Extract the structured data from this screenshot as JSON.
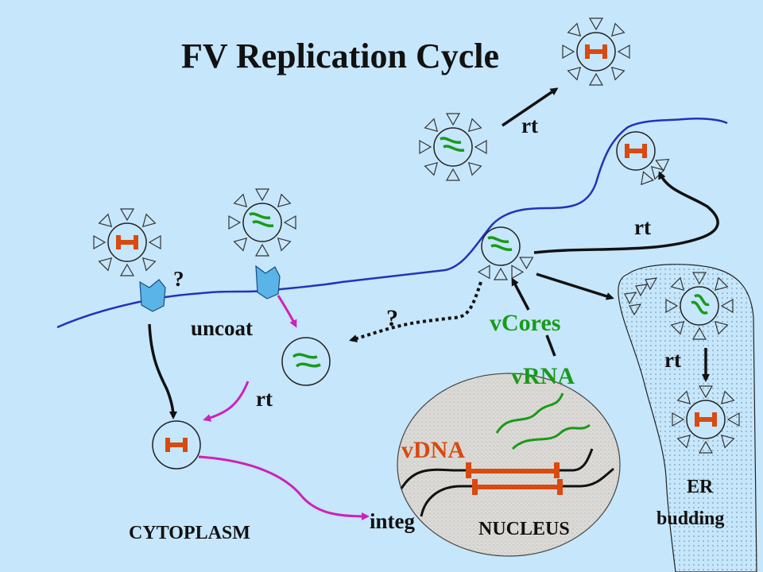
{
  "title": "FV Replication Cycle",
  "labels": {
    "uncoat": "uncoat",
    "rt_cyto": "rt",
    "rt_top": "rt",
    "rt_bud": "rt",
    "rt_er": "rt",
    "q_receptor": "?",
    "q_reinfect": "?",
    "vcores": "vCores",
    "vrna": "vRNA",
    "vdna": "vDNA",
    "integ": "integ",
    "nucleus": "NUCLEUS",
    "cytoplasm": "CYTOPLASM",
    "er": "ER",
    "budding": "budding"
  },
  "colors": {
    "background": "#c6e6fb",
    "membrane": "#2233bb",
    "green": "#1a9a1a",
    "orange": "#d84a10",
    "magenta": "#cc22bb",
    "receptor": "#5ab4e8",
    "nucleus_fill": "#d8d6d2"
  }
}
